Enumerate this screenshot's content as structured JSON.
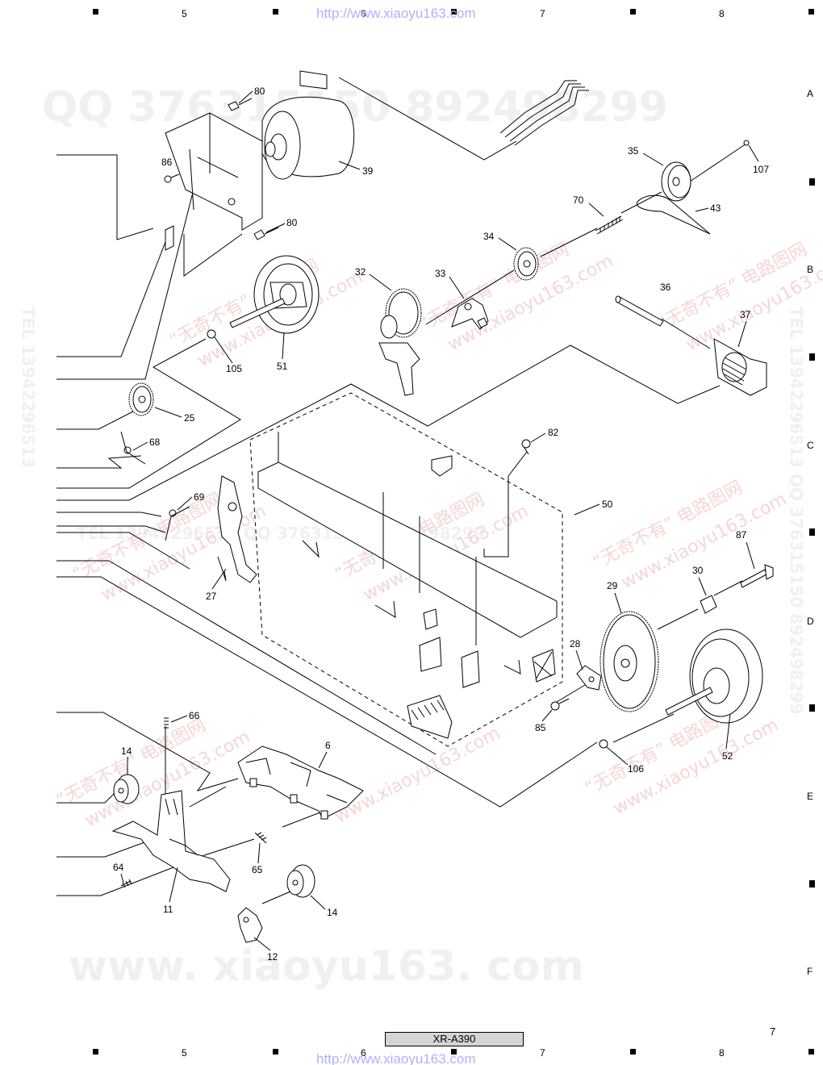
{
  "header": {
    "url_top": "http://www.xiaoyu163.com",
    "url_bottom": "http://www.xiaoyu163.com",
    "col_numbers": [
      "5",
      "6",
      "7",
      "8"
    ],
    "row_letters": [
      "A",
      "B",
      "C",
      "D",
      "E",
      "F"
    ]
  },
  "watermarks": {
    "qq_big": "QQ 376315150  892498299",
    "site_big": "www. xiaoyu163. com",
    "tel_left": "TEL 13942296513",
    "tel_right": "TEL 13942296513  QQ 376315150  892498299",
    "tel_mid": "TEL 13942296513  QQ 376315150  892498299",
    "cn_site": "“无奇不有” 电路图网",
    "cn_url": "www.xiaoyu163.com"
  },
  "parts": {
    "p80a": "80",
    "p80b": "80",
    "p86": "86",
    "p39": "39",
    "p35": "35",
    "p107": "107",
    "p70": "70",
    "p43": "43",
    "p34": "34",
    "p32": "32",
    "p33": "33",
    "p36": "36",
    "p37": "37",
    "p51": "51",
    "p105": "105",
    "p25": "25",
    "p68": "68",
    "p82": "82",
    "p50": "50",
    "p69": "69",
    "p87": "87",
    "p30": "30",
    "p29": "29",
    "p27": "27",
    "p28": "28",
    "p66": "66",
    "p6": "6",
    "p85": "85",
    "p14a": "14",
    "p106": "106",
    "p52": "52",
    "p65": "65",
    "p64": "64",
    "p14b": "14",
    "p11": "11",
    "p12": "12"
  },
  "footer": {
    "model": "XR-A390",
    "page": "7"
  }
}
